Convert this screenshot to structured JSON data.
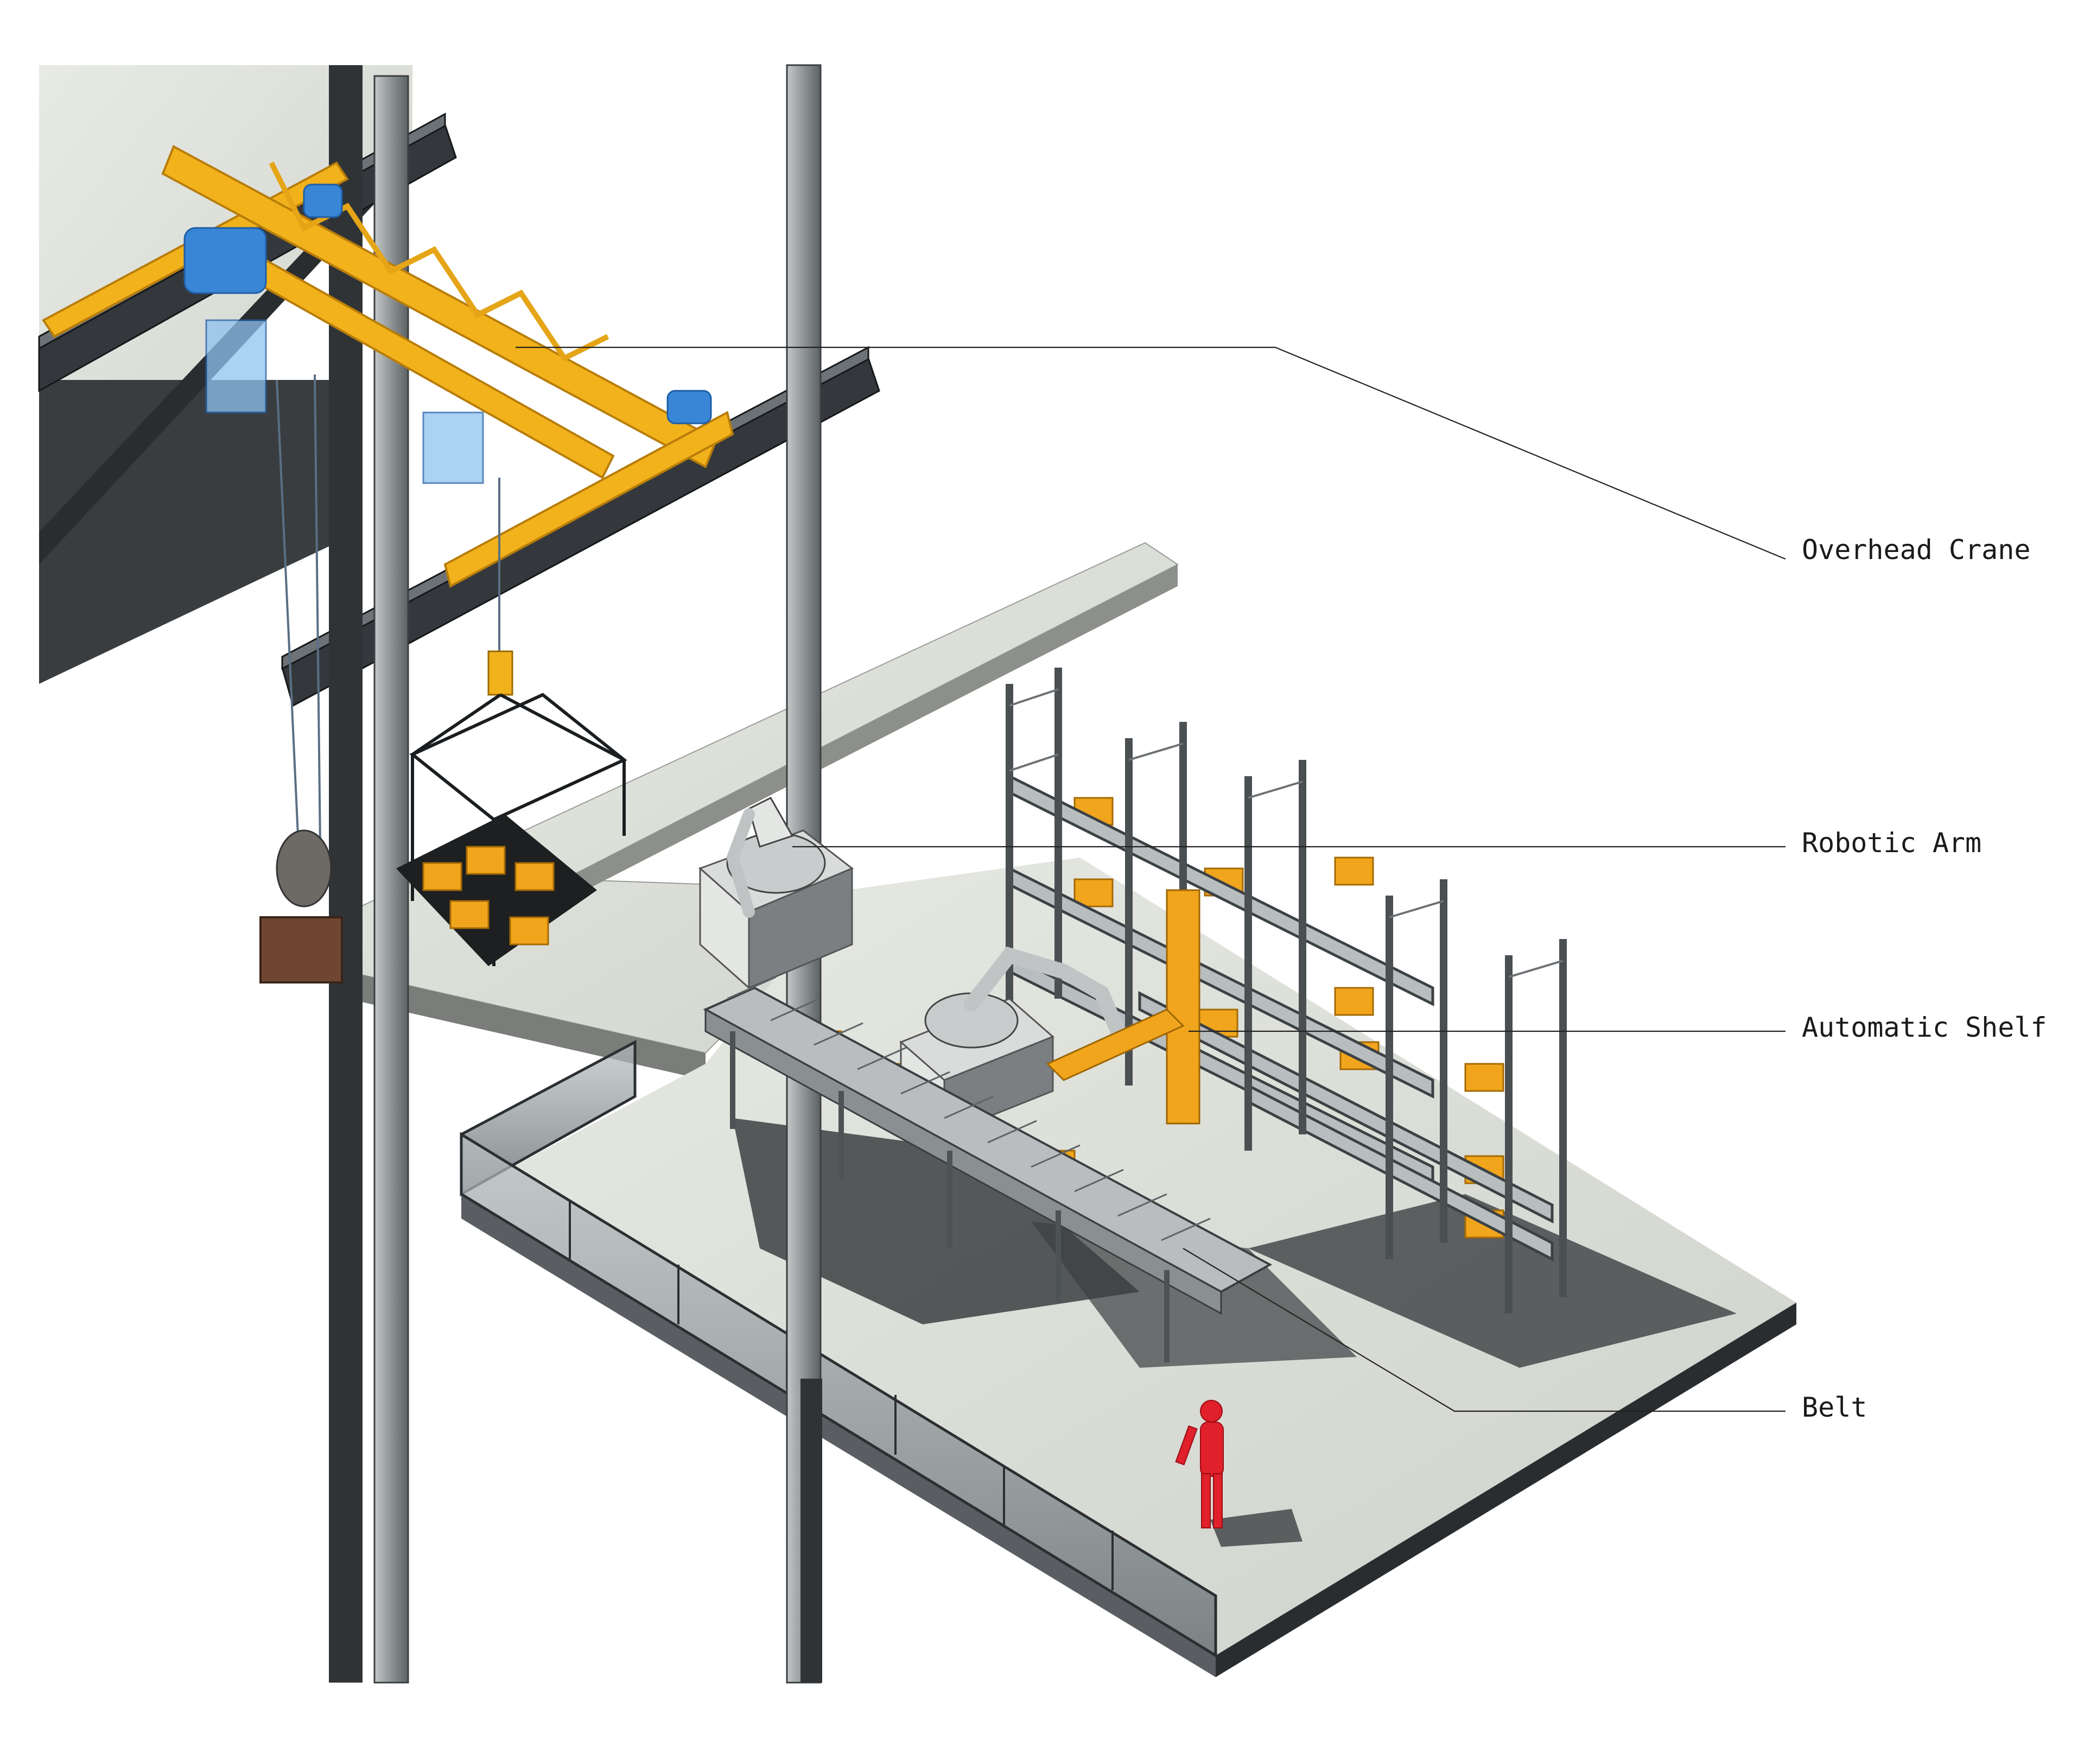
{
  "labels": {
    "overhead_crane": "Overhead Crane",
    "robotic_arm": "Robotic Arm",
    "automatic_shelf": "Automatic Shelf",
    "belt": "Belt"
  },
  "colors": {
    "concrete": "#e2e4de",
    "steel_dark": "#2d3135",
    "steel_light": "#a6abad",
    "crane_yellow": "#f2b21c",
    "motor_blue": "#3a86d6",
    "box_orange": "#f0a51c",
    "figure_red": "#e0202a",
    "glass": "#9aa3a6"
  }
}
